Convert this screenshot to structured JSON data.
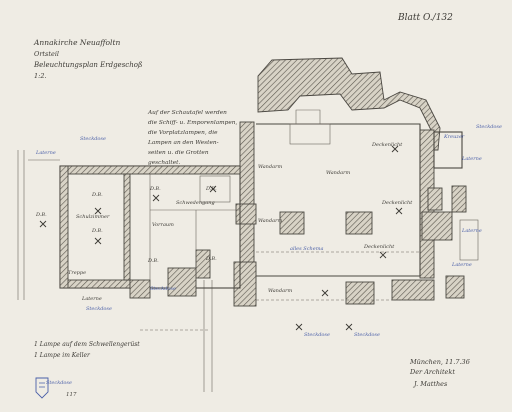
{
  "header": {
    "sheet_number": "Blatt O./132",
    "title_line1": "Annakirche Neuaffoltn",
    "title_line2": "Ortsteil",
    "title_line3": "Beleuchtungsplan Erdgeschoß",
    "scale": "1:2."
  },
  "notes": {
    "top_note": [
      "Auf der Schautafel werden",
      "die Schiff- u. Emporenlampen,",
      "die Vorplatzlampen, die",
      "Lampen an den Westen-",
      "seiten u. die Grotten",
      "geschaltet."
    ],
    "bottom_left": [
      "1 Lampe auf dem Schwellengerüst",
      "1 Lampe im Keller"
    ],
    "signature": [
      "München, 11.7.36",
      "Der Architekt",
      "J. Matthes"
    ],
    "stamp_number": "117"
  },
  "labels": {
    "rooms": [
      "Schulzimmer",
      "Schwedengang",
      "Laterne",
      "Vorraum",
      "Treppe"
    ],
    "fixtures": [
      "D.B.",
      "D.B.",
      "D.B.",
      "D.B.",
      "D.B.",
      "D.B.",
      "D.B.",
      "Deckenlicht",
      "Deckenlicht",
      "Deckenlicht"
    ],
    "blue": [
      "Steckdose",
      "Steckdose",
      "Steckdose",
      "Steckdose",
      "Steckdose",
      "Steckdose",
      "Steckdose",
      "Kreuzer",
      "Laterne",
      "Laterne",
      "Laterne",
      "Laterne",
      "alles Schema",
      "Wandarm",
      "Wandarm",
      "Wandarm",
      "Wandarm"
    ]
  }
}
